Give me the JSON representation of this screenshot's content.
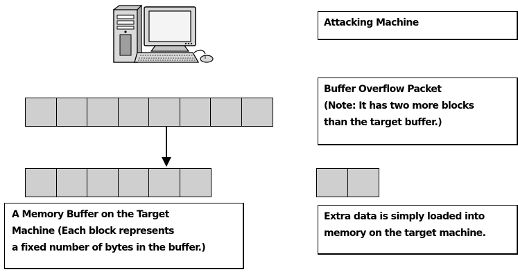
{
  "labels": {
    "attacking": [
      "Attacking Machine"
    ],
    "packet": [
      "Buffer Overflow Packet",
      "(Note: It has two more blocks",
      "than the target buffer.)"
    ],
    "memory": [
      "A Memory Buffer on the Target",
      "Machine (Each block represents",
      "a fixed number of bytes in the buffer.)"
    ],
    "extra": [
      "Extra data is simply loaded into",
      "memory on the target machine."
    ]
  },
  "blocks": {
    "packet_count": 8,
    "target_count": 6,
    "extra_count": 2,
    "fill_color": "#cfcfcf"
  },
  "icons": {
    "computer": "desktop-computer-icon",
    "arrow": "down-arrow-icon"
  }
}
